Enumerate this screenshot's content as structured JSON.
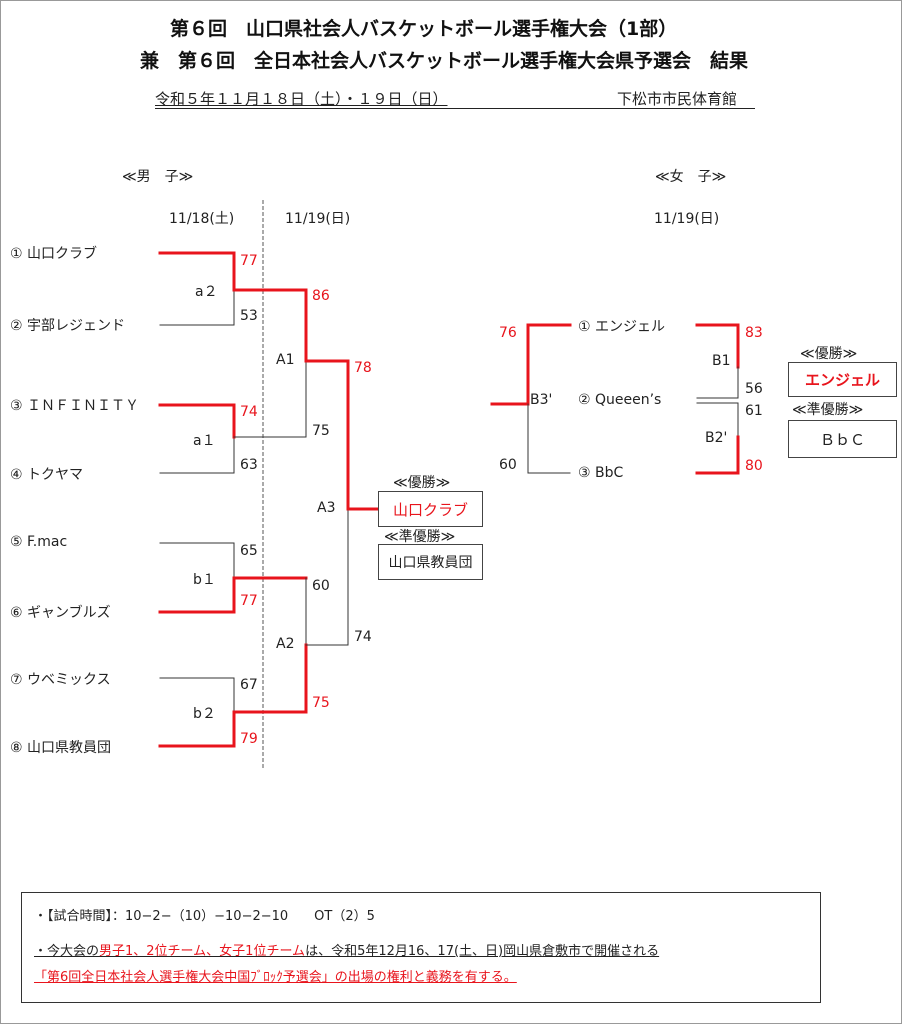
{
  "header": {
    "title1": "第６回　山口県社会人バスケットボール選手権大会（1部）",
    "title2": "兼　第６回　全日本社会人バスケットボール選手権大会県予選会　結果",
    "dates": "令和５年１１月１８日（土）・１９日（日）",
    "venue": "下松市市民体育館"
  },
  "men": {
    "heading": "≪男　子≫",
    "day1": "11/18(土)",
    "day2": "11/19(日)",
    "teams": [
      "① 山口クラブ",
      "② 宇部レジェンド",
      "③ ＩＮＦＩＮＩＴＹ",
      "④ トクヤマ",
      "⑤ F.mac",
      "⑥ ギャンブルズ",
      "⑦ ウベミックス",
      "⑧ 山口県教員団"
    ],
    "matches": {
      "a2": "a２",
      "a1": "a１",
      "b1": "b１",
      "b2": "b２",
      "A1": "A1",
      "A2": "A2",
      "A3": "A3"
    },
    "scores": {
      "a2_top": "77",
      "a2_bot": "53",
      "a1_top": "74",
      "a1_bot": "63",
      "b1_top": "65",
      "b1_bot": "77",
      "b2_top": "67",
      "b2_bot": "79",
      "A1_top": "86",
      "A1_bot": "75",
      "A2_top": "60",
      "A2_bot": "75",
      "A3_top": "78",
      "A3_bot": "74"
    },
    "champion_label": "≪優勝≫",
    "champion": "山口クラブ",
    "runner_up_label": "≪準優勝≫",
    "runner_up": "山口県教員団"
  },
  "women": {
    "heading": "≪女　子≫",
    "day": "11/19(日)",
    "teams": [
      "① エンジェル",
      "② Queeen’s",
      "③ BbC"
    ],
    "matches": {
      "B1": "B1",
      "B2": "B2'",
      "B3": "B3'"
    },
    "scores": {
      "B1_top": "83",
      "B1_bot": "56",
      "B2_top": "61",
      "B2_bot": "80",
      "B3_top": "76",
      "B3_bot": "60"
    },
    "champion_label": "≪優勝≫",
    "champion": "エンジェル",
    "runner_up_label": "≪準優勝≫",
    "runner_up": "ＢｂＣ"
  },
  "notes": {
    "line1": "・【試合時間】：10−2−（10）−10−2−10　　OT（2）5",
    "line2_a": "・今大会の",
    "line2_b": "男子1、2位チーム、女子1位チーム",
    "line2_c": "は、令和5年12月16、17(土、日)岡山県倉敷市で開催される",
    "line3": "「第6回全日本社会人選手権大会中国ﾌﾞﾛｯｸ予選会」の出場の権利と義務を有する。"
  },
  "colors": {
    "winner_line": "#e8141c",
    "loser_line": "#333333"
  }
}
